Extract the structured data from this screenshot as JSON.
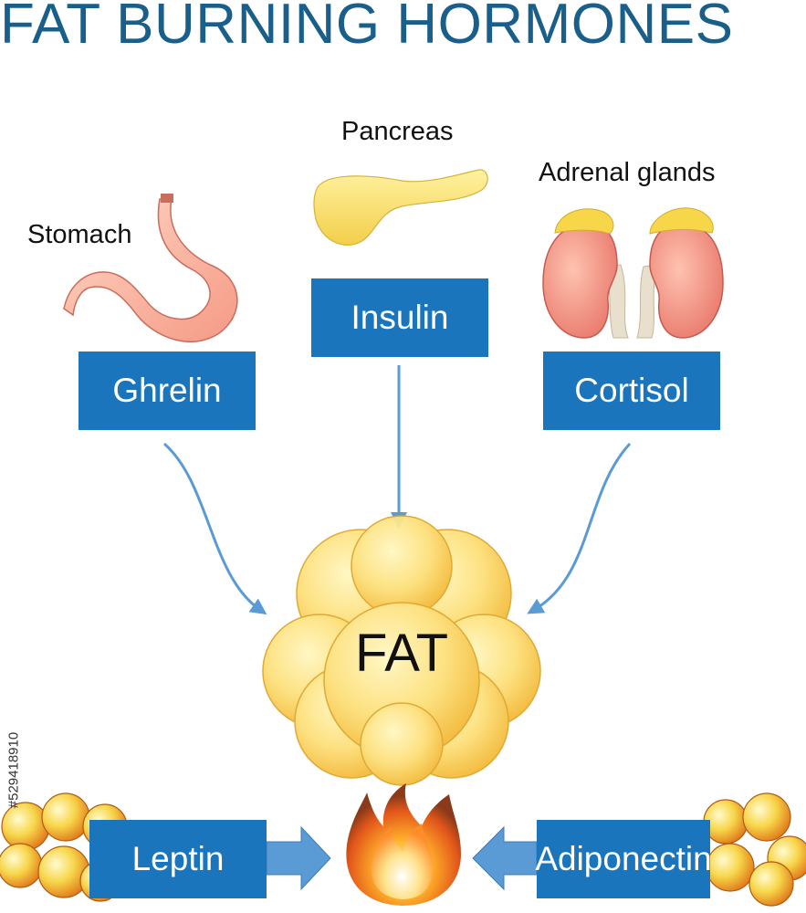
{
  "title": "FAT BURNING HORMONES",
  "organs": {
    "stomach": "Stomach",
    "pancreas": "Pancreas",
    "adrenal": "Adrenal glands"
  },
  "hormones": {
    "ghrelin": "Ghrelin",
    "insulin": "Insulin",
    "cortisol": "Cortisol",
    "leptin": "Leptin",
    "adiponectin": "Adiponectin"
  },
  "center": "FAT",
  "watermark_id": "#529418910",
  "colors": {
    "title": "#1a5e8a",
    "box": "#1a75bc",
    "arrow": "#5b9bd5"
  }
}
